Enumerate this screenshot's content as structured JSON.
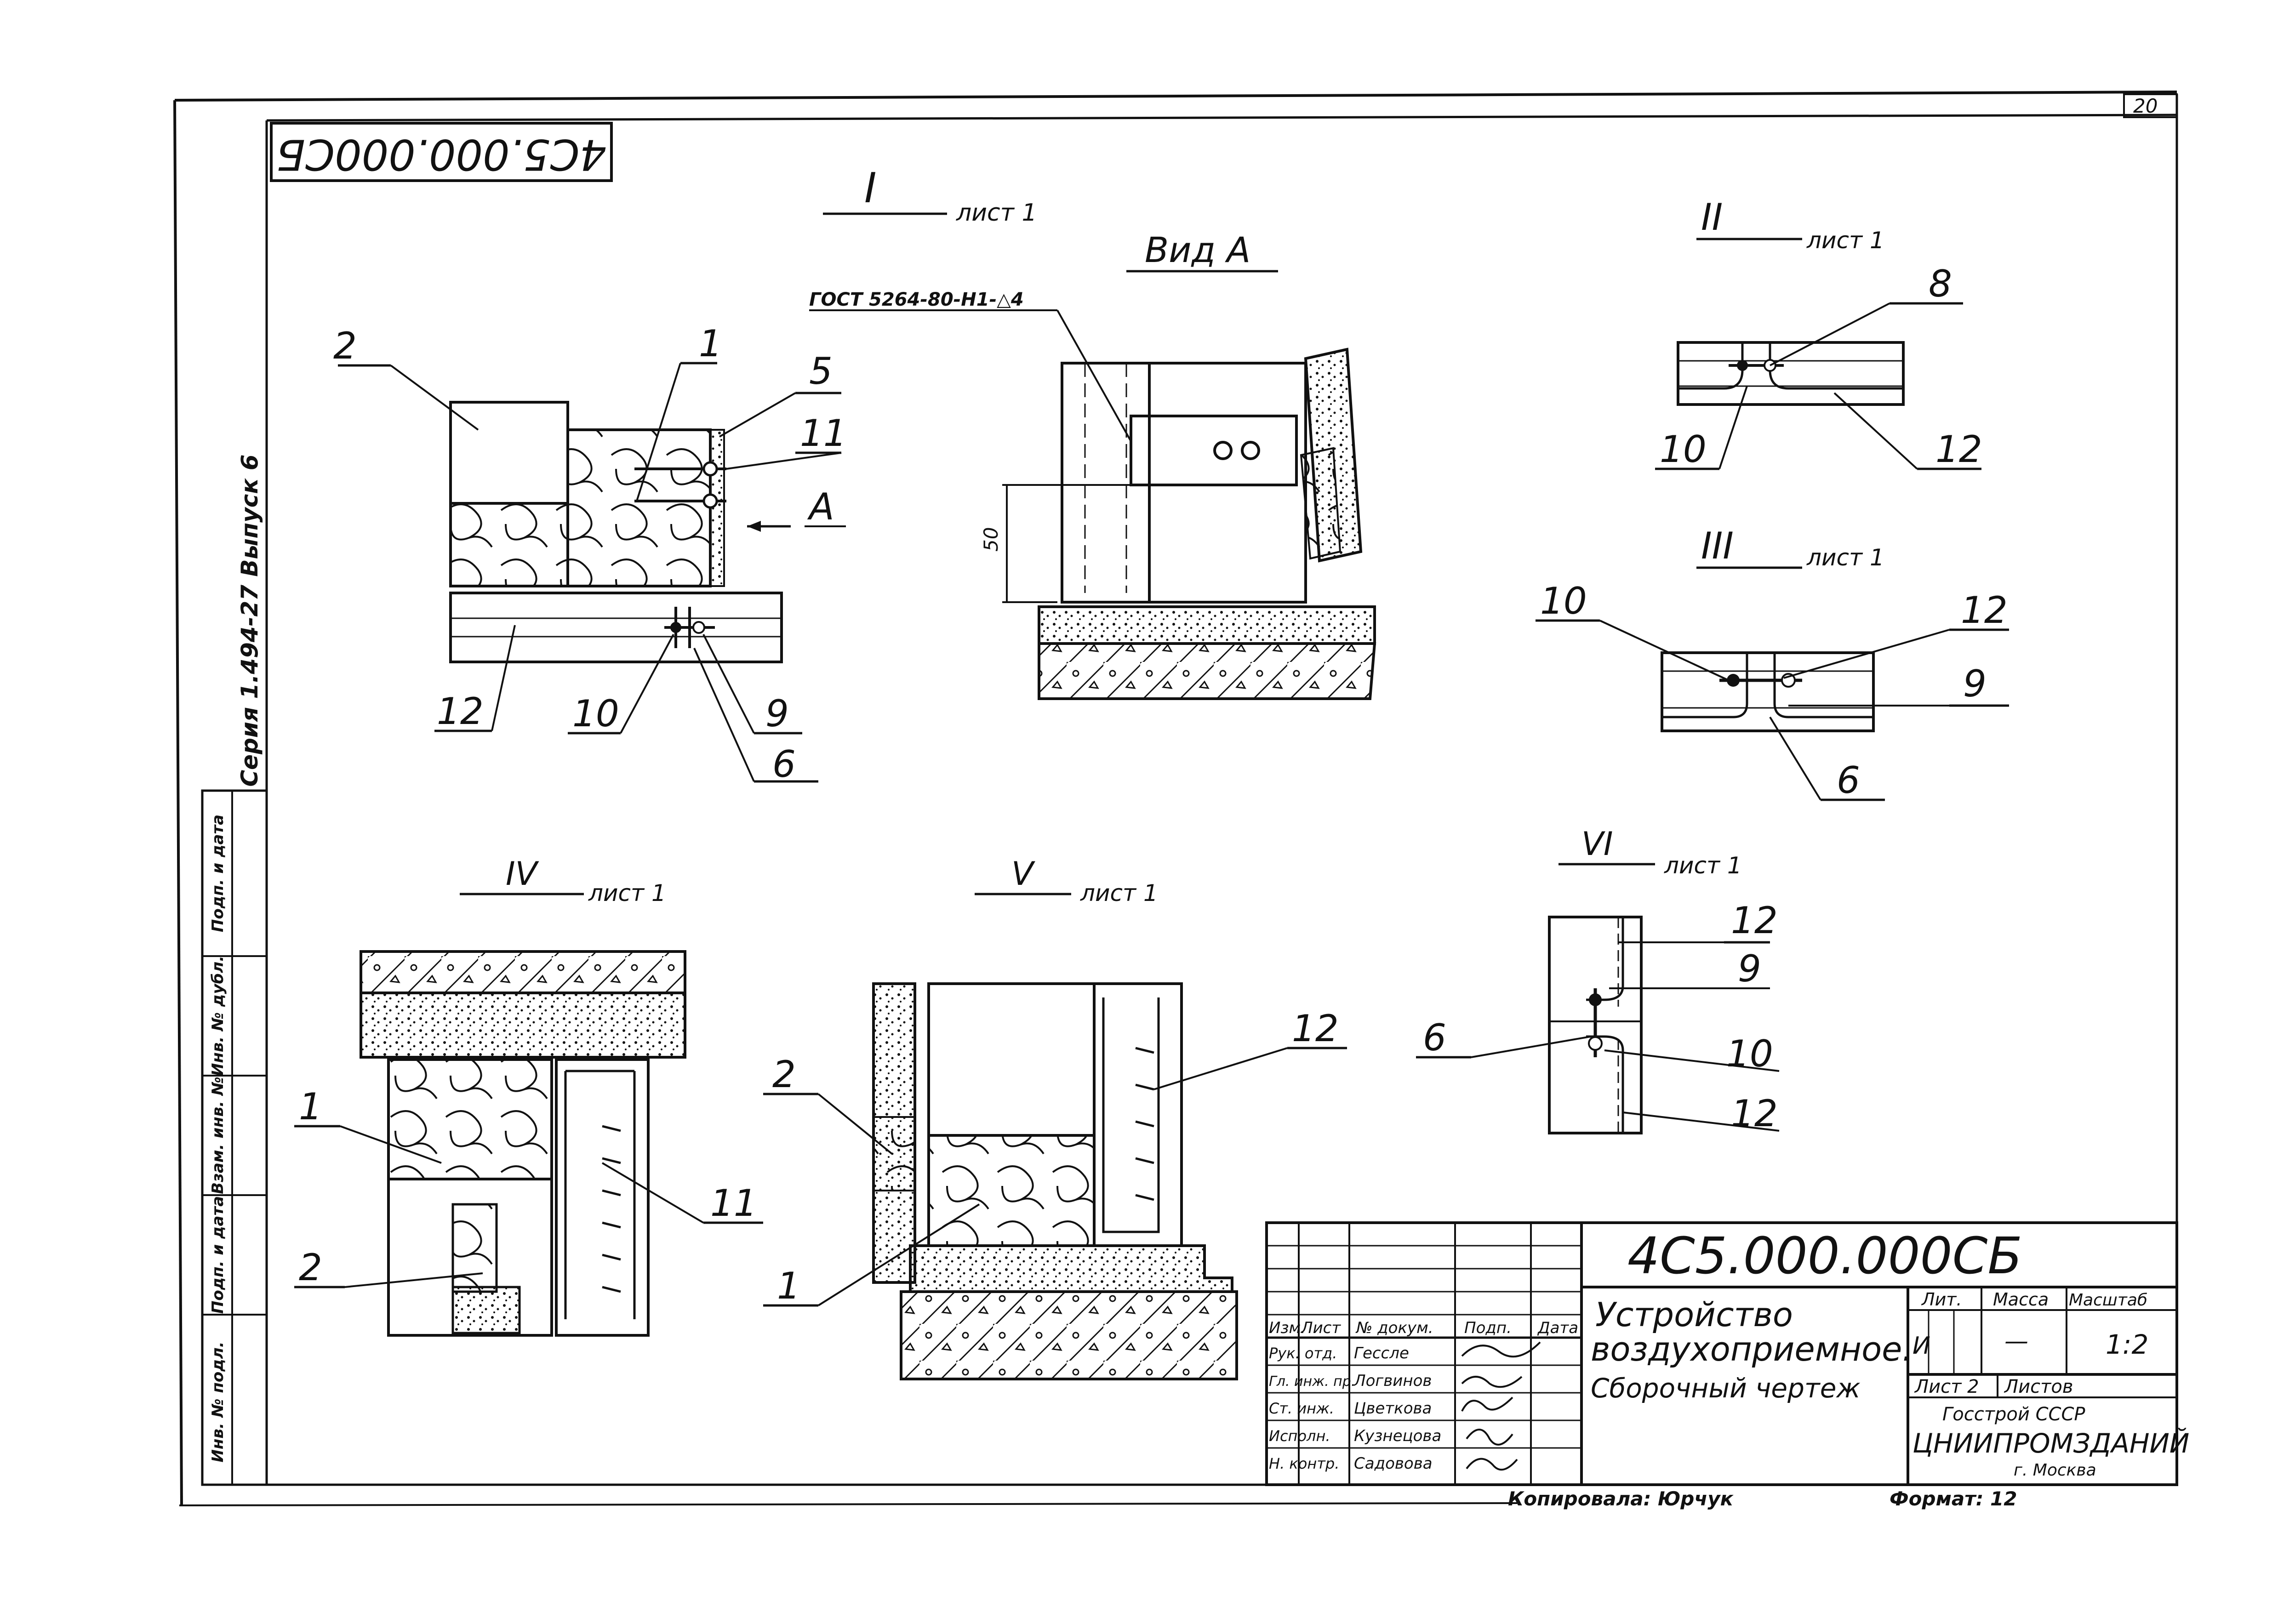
{
  "sheet_no": "20",
  "stamp_top": "4С5.000.000СБ",
  "series_margin": "Серия 1.494-27   Выпуск 6",
  "left_strip": [
    "Инв. № подл.",
    "Подп. и дата",
    "Взам. инв. №",
    "Инв. № дубл.",
    "Подп. и дата"
  ],
  "views": {
    "I": {
      "roman": "I",
      "sheet": "лист 1"
    },
    "II": {
      "roman": "II",
      "sheet": "лист 1"
    },
    "III": {
      "roman": "III",
      "sheet": "лист 1"
    },
    "IV": {
      "roman": "IV",
      "sheet": "лист 1"
    },
    "V": {
      "roman": "V",
      "sheet": "лист 1"
    },
    "VI": {
      "roman": "VI",
      "sheet": "лист 1"
    }
  },
  "view_a": {
    "title": "Вид А",
    "weld": "ГОСТ 5264-80-Н1-△4",
    "dim": "50"
  },
  "arrow_a": "А",
  "callouts": {
    "I": [
      "2",
      "1",
      "5",
      "11",
      "12",
      "10",
      "9",
      "6"
    ],
    "II": [
      "8",
      "10",
      "12"
    ],
    "III": [
      "10",
      "12",
      "9",
      "6"
    ],
    "IV": [
      "1",
      "2",
      "11"
    ],
    "V": [
      "2",
      "12",
      "1"
    ],
    "VI": [
      "12",
      "9",
      "6",
      "10",
      "12"
    ]
  },
  "title_block": {
    "designation": "4С5.000.000СБ",
    "name_lines": [
      "Устройство",
      "воздухоприемное.",
      "Сборочный чертеж"
    ],
    "col_heads": [
      "Изм.",
      "Лист",
      "№ докум.",
      "Подп.",
      "Дата"
    ],
    "roles": [
      {
        "role": "Рук. отд.",
        "name": "Гессле"
      },
      {
        "role": "Гл. инж. пр.",
        "name": "Логвинов"
      },
      {
        "role": "Ст. инж.",
        "name": "Цветкова"
      },
      {
        "role": "Исполн.",
        "name": "Кузнецова"
      },
      {
        "role": "Н. контр.",
        "name": "Садовова"
      }
    ],
    "lit_label": "Лит.",
    "mass_label": "Масса",
    "scale_label": "Масштаб",
    "lit": "И",
    "mass": "—",
    "scale": "1:2",
    "sheet_label": "Лист 2",
    "sheets_label": "Листов",
    "org_lines": [
      "Госстрой СССР",
      "ЦНИИПРОМЗДАНИЙ",
      "г. Москва"
    ]
  },
  "copied_by": "Копировала: Юрчук",
  "format": "Формат: 12"
}
